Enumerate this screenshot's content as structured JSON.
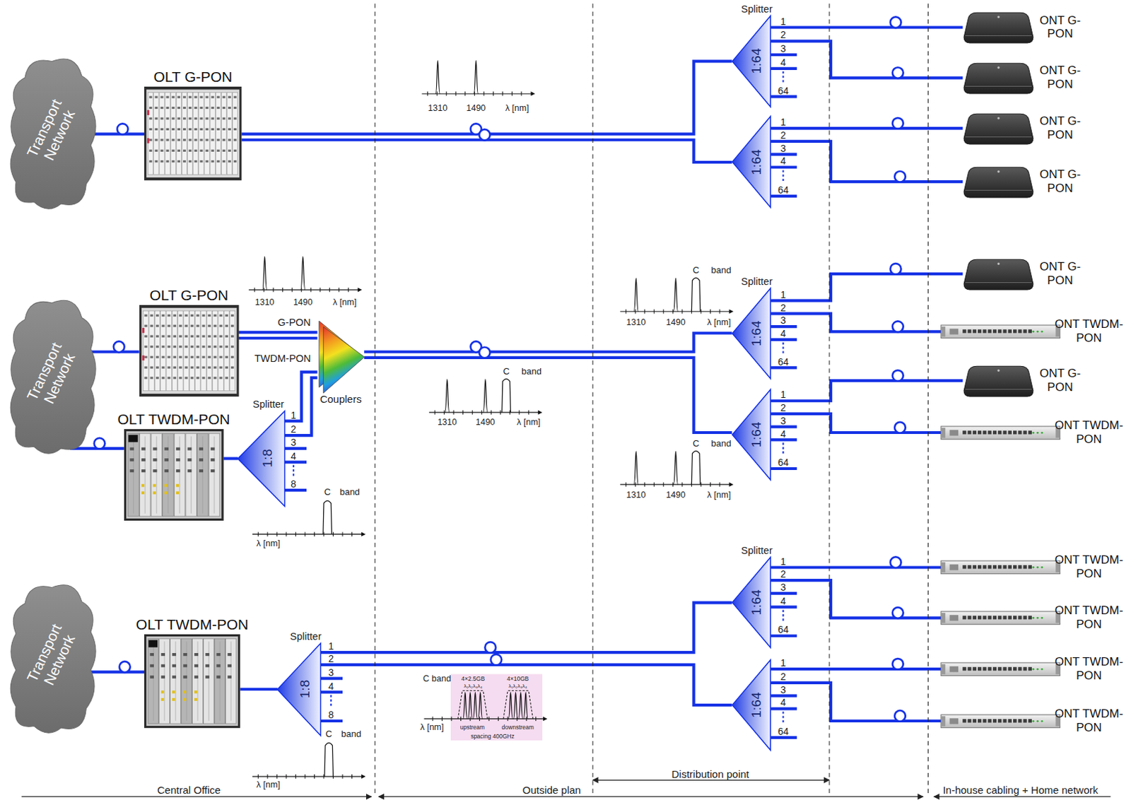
{
  "diagram": {
    "nodes": [
      {
        "text": [
          "Transport Network"
        ]
      },
      {
        "text": [
          "OLT G-PON"
        ]
      },
      {
        "text": [
          "Splitter",
          "1:64"
        ]
      },
      {
        "text": [
          "1:64"
        ]
      },
      {
        "text": [
          "ONT G-PON"
        ]
      },
      {
        "text": [
          "ONT G-PON"
        ]
      },
      {
        "text": [
          "ONT G-PON"
        ]
      },
      {
        "text": [
          "ONT G-PON"
        ]
      },
      {
        "text": [
          "Transport Network"
        ]
      },
      {
        "text": [
          "OLT G-PON"
        ]
      },
      {
        "text": [
          "OLT TWDM-PON"
        ]
      },
      {
        "text": [
          "Splitter",
          "1:8"
        ]
      },
      {
        "text": [
          "Couplers"
        ]
      },
      {
        "text": [
          "Splitter",
          "1:64"
        ]
      },
      {
        "text": [
          "1:64"
        ]
      },
      {
        "text": [
          "ONT G-PON"
        ]
      },
      {
        "text": [
          "ONT TWDM-PON"
        ]
      },
      {
        "text": [
          "ONT G-PON"
        ]
      },
      {
        "text": [
          "ONT TWDM-PON"
        ]
      },
      {
        "text": [
          "Transport Network"
        ]
      },
      {
        "text": [
          "OLT TWDM-PON"
        ]
      },
      {
        "text": [
          "Splitter",
          "1:8"
        ]
      },
      {
        "text": [
          "Splitter",
          "1:64"
        ]
      },
      {
        "text": [
          "1:64"
        ]
      },
      {
        "text": [
          "ONT TWDM-PON"
        ]
      },
      {
        "text": [
          "ONT TWDM-PON"
        ]
      },
      {
        "text": [
          "ONT TWDM-PON"
        ]
      },
      {
        "text": [
          "ONT TWDM-PON"
        ]
      }
    ],
    "edges": [
      {
        "from": 0,
        "to": 1,
        "arrow": "none"
      },
      {
        "from": 1,
        "to": 2,
        "arrow": "none"
      },
      {
        "from": 1,
        "to": 3,
        "arrow": "none"
      },
      {
        "from": 2,
        "to": 4,
        "arrow": "none"
      },
      {
        "from": 2,
        "to": 5,
        "arrow": "none"
      },
      {
        "from": 3,
        "to": 6,
        "arrow": "none"
      },
      {
        "from": 3,
        "to": 7,
        "arrow": "none"
      },
      {
        "from": 8,
        "to": 9,
        "arrow": "none"
      },
      {
        "from": 8,
        "to": 10,
        "arrow": "none"
      },
      {
        "from": 10,
        "to": 11,
        "arrow": "none"
      },
      {
        "from": 9,
        "to": 12,
        "label": "G-PON",
        "arrow": "none"
      },
      {
        "from": 9,
        "to": 12,
        "arrow": "none"
      },
      {
        "from": 11,
        "to": 12,
        "label": "TWDM-PON",
        "arrow": "none"
      },
      {
        "from": 11,
        "to": 12,
        "arrow": "none"
      },
      {
        "from": 12,
        "to": 13,
        "arrow": "none"
      },
      {
        "from": 12,
        "to": 14,
        "arrow": "none"
      },
      {
        "from": 13,
        "to": 15,
        "arrow": "none"
      },
      {
        "from": 13,
        "to": 16,
        "arrow": "none"
      },
      {
        "from": 14,
        "to": 17,
        "arrow": "none"
      },
      {
        "from": 14,
        "to": 18,
        "arrow": "none"
      },
      {
        "from": 19,
        "to": 20,
        "arrow": "none"
      },
      {
        "from": 20,
        "to": 21,
        "arrow": "none"
      },
      {
        "from": 21,
        "to": 22,
        "arrow": "none"
      },
      {
        "from": 21,
        "to": 23,
        "arrow": "none"
      },
      {
        "from": 22,
        "to": 24,
        "arrow": "none"
      },
      {
        "from": 22,
        "to": 25,
        "arrow": "none"
      },
      {
        "from": 23,
        "to": 26,
        "arrow": "none"
      },
      {
        "from": 23,
        "to": 27,
        "arrow": "none"
      }
    ],
    "labels": [
      "1310",
      "1490",
      "λ [nm]",
      "1",
      "2",
      "3",
      "4",
      "64",
      "1",
      "2",
      "3",
      "4",
      "64",
      "1310",
      "1490",
      "λ [nm]",
      "C",
      "band",
      "1310",
      "1490",
      "λ [nm]",
      "C",
      "band",
      "1310",
      "1490",
      "λ [nm]",
      "1",
      "2",
      "3",
      "4",
      "8",
      "1",
      "2",
      "3",
      "4",
      "64",
      "1",
      "2",
      "3",
      "4",
      "64",
      "C",
      "band",
      "1310",
      "1490",
      "λ [nm]",
      "C",
      "band",
      "λ [nm]",
      "1",
      "2",
      "3",
      "4",
      "8",
      "1",
      "2",
      "3",
      "4",
      "64",
      "1",
      "2",
      "3",
      "4",
      "64",
      "C band",
      "4×2.5GB",
      "4×10GB",
      "λ₁λ₂λ₃λ₄",
      "λ₁λ₂λ₃λ₄",
      "λ [nm]",
      "upstream",
      "downstream",
      "spacing 400GHz",
      "C",
      "band",
      "λ [nm]",
      "Central Office",
      "Outside plan",
      "Distribution point",
      "In-house  cabling + Home network"
    ]
  }
}
